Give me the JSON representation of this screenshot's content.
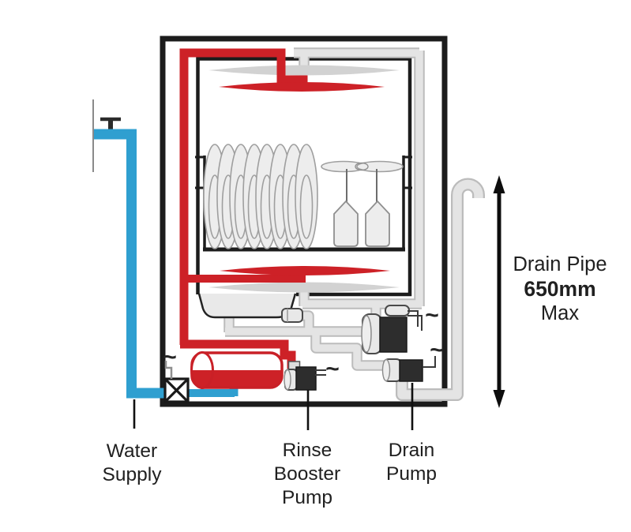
{
  "diagram": {
    "type": "dishwasher-plumbing-diagram",
    "labels": {
      "water_supply": [
        "Water",
        "Supply"
      ],
      "rinse_booster_pump": [
        "Rinse",
        "Booster",
        "Pump"
      ],
      "drain_pump": [
        "Drain",
        "Pump"
      ],
      "drain_pipe": [
        "Drain Pipe",
        "650mm",
        "Max"
      ]
    },
    "power_symbol": "~",
    "colors": {
      "rinse_red": "#cd2127",
      "supply_blue": "#2f9fd0",
      "pipe_gray": "#e4e4e4",
      "pipe_gray_edge": "#bcbcbc",
      "outline_black": "#1c1c1c",
      "pump_dark": "#2d2d2d",
      "fixture_light": "#ededed",
      "text_color": "#202020"
    }
  }
}
